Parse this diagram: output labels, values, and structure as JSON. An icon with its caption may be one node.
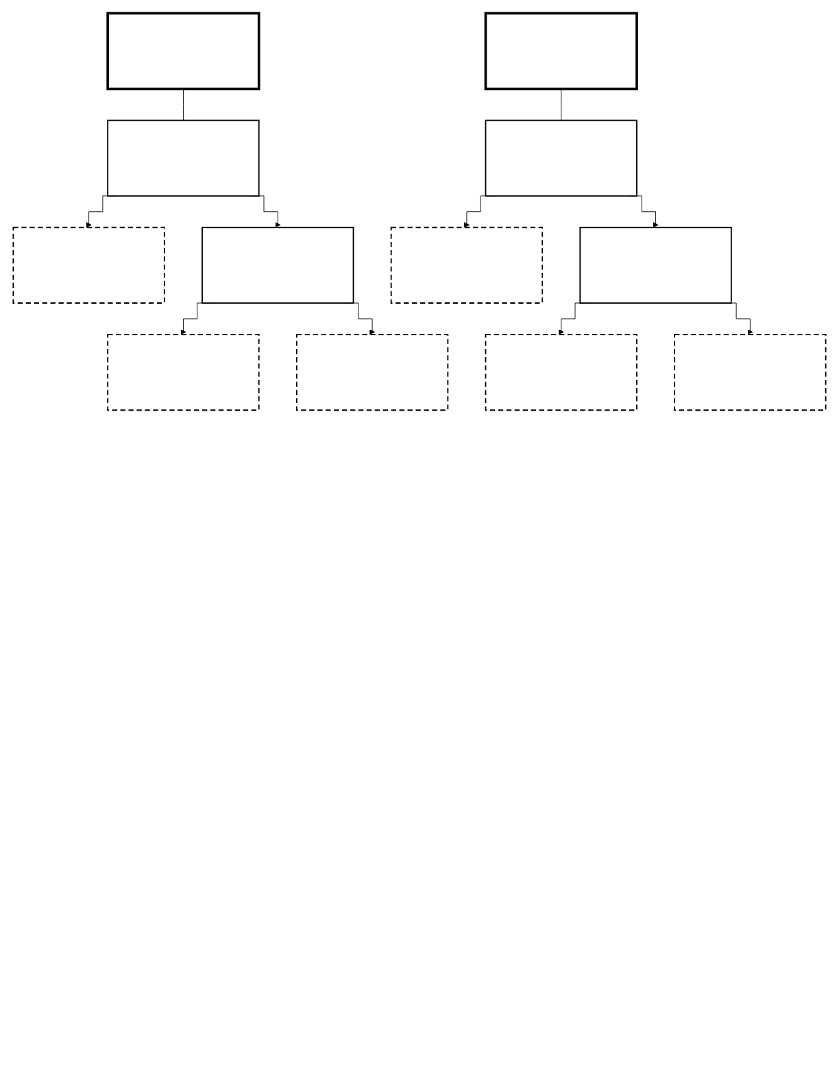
{
  "diagram": {
    "nodes": [
      {
        "text": [],
        "shape": "box"
      },
      {
        "text": [],
        "shape": "box"
      },
      {
        "text": [],
        "shape": "box"
      },
      {
        "text": [],
        "shape": "box"
      },
      {
        "text": [],
        "shape": "box"
      },
      {
        "text": [],
        "shape": "box"
      },
      {
        "text": [],
        "shape": "box"
      },
      {
        "text": [],
        "shape": "box"
      },
      {
        "text": [],
        "shape": "box"
      },
      {
        "text": [],
        "shape": "box"
      },
      {
        "text": [],
        "shape": "box"
      },
      {
        "text": [],
        "shape": "box"
      }
    ],
    "edges": [
      {
        "from": 0,
        "to": 1,
        "arrow": "none"
      },
      {
        "from": 1,
        "to": 2,
        "arrow": "to"
      },
      {
        "from": 1,
        "to": 3,
        "arrow": "to"
      },
      {
        "from": 3,
        "to": 4,
        "arrow": "to"
      },
      {
        "from": 3,
        "to": 5,
        "arrow": "to"
      },
      {
        "from": 6,
        "to": 7,
        "arrow": "none"
      },
      {
        "from": 7,
        "to": 8,
        "arrow": "to"
      },
      {
        "from": 7,
        "to": 9,
        "arrow": "to"
      },
      {
        "from": 9,
        "to": 10,
        "arrow": "to"
      },
      {
        "from": 9,
        "to": 11,
        "arrow": "to"
      }
    ]
  }
}
